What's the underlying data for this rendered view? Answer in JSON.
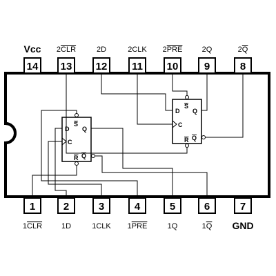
{
  "top_pins": [
    {
      "number": "14",
      "label": "Vcc",
      "overline": ""
    },
    {
      "number": "13",
      "label": "2",
      "overline": "CLR"
    },
    {
      "number": "12",
      "label": "2D",
      "overline": ""
    },
    {
      "number": "11",
      "label": "2CLK",
      "overline": ""
    },
    {
      "number": "10",
      "label": "2",
      "overline": "PRE"
    },
    {
      "number": "9",
      "label": "2Q",
      "overline": ""
    },
    {
      "number": "8",
      "label": "2",
      "overline": "Q"
    }
  ],
  "bottom_pins": [
    {
      "number": "1",
      "label": "1",
      "overline": "CLR"
    },
    {
      "number": "2",
      "label": "1D",
      "overline": ""
    },
    {
      "number": "3",
      "label": "1CLK",
      "overline": ""
    },
    {
      "number": "4",
      "label": "1",
      "overline": "PRE"
    },
    {
      "number": "5",
      "label": "1Q",
      "overline": ""
    },
    {
      "number": "6",
      "label": "1",
      "overline": "Q"
    },
    {
      "number": "7",
      "label": "GND",
      "overline": ""
    }
  ],
  "flipflop1": {
    "d": "D",
    "s": "S",
    "q": "Q",
    "c": "C",
    "r": "R",
    "qbar": "Q"
  },
  "flipflop2": {
    "d": "D",
    "s": "S",
    "q": "Q",
    "c": "C",
    "r": "R",
    "qbar": "Q"
  }
}
